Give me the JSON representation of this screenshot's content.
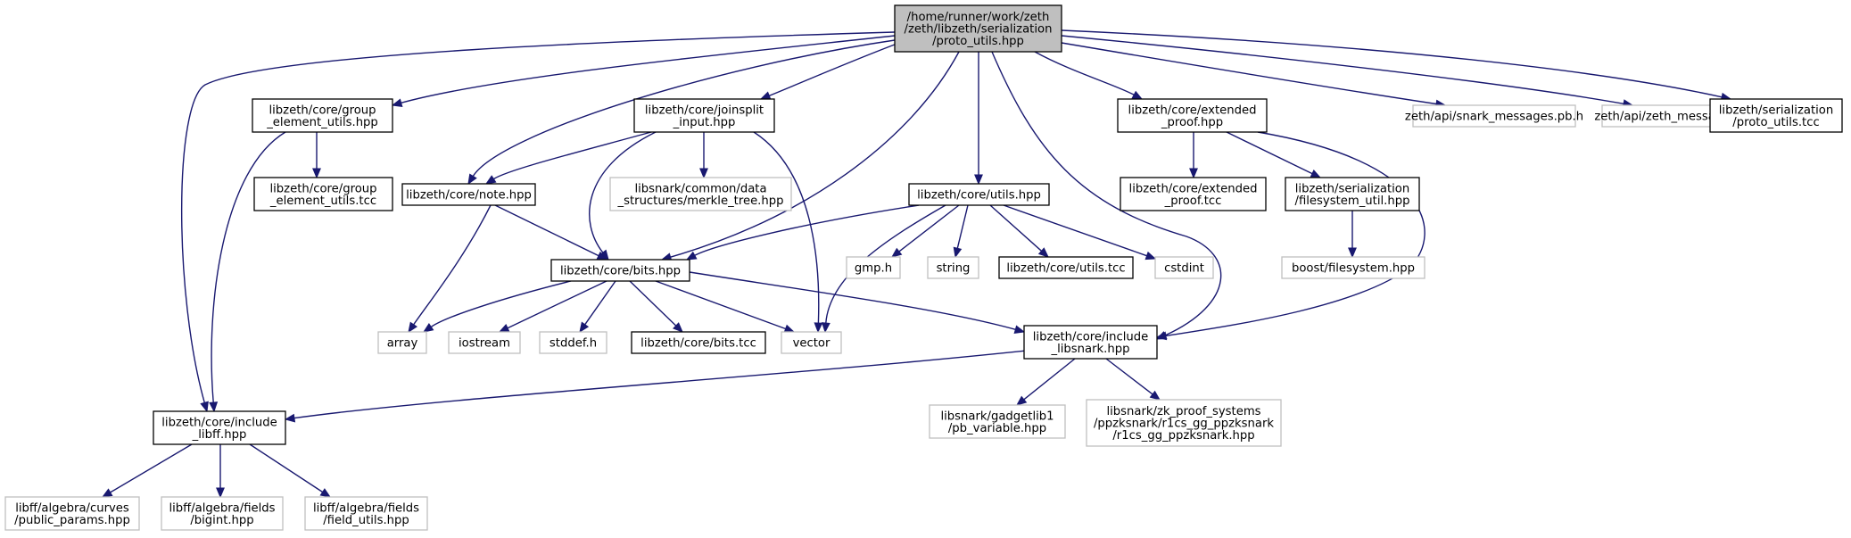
{
  "colors": {
    "edge": "#191970",
    "root_fill": "#bfbfbf",
    "documented_border": "#000000",
    "external_border": "#bfbfbf",
    "external_text": "#404040"
  },
  "nodes": {
    "root": [
      "/home/runner/work/zeth",
      "/zeth/libzeth/serialization",
      "/proto_utils.hpp"
    ],
    "group_element_utils_hpp": [
      "libzeth/core/group",
      "_element_utils.hpp"
    ],
    "joinsplit_input_hpp": [
      "libzeth/core/joinsplit",
      "_input.hpp"
    ],
    "extended_proof_hpp": [
      "libzeth/core/extended",
      "_proof.hpp"
    ],
    "snark_messages_pb": [
      "zeth/api/snark_messages.pb.h"
    ],
    "zeth_messages_pb": [
      "zeth/api/zeth_messages.pb.h"
    ],
    "proto_utils_tcc": [
      "libzeth/serialization",
      "/proto_utils.tcc"
    ],
    "group_element_utils_tcc": [
      "libzeth/core/group",
      "_element_utils.tcc"
    ],
    "note_hpp": [
      "libzeth/core/note.hpp"
    ],
    "merkle_tree_hpp": [
      "libsnark/common/data",
      "_structures/merkle_tree.hpp"
    ],
    "utils_hpp": [
      "libzeth/core/utils.hpp"
    ],
    "extended_proof_tcc": [
      "libzeth/core/extended",
      "_proof.tcc"
    ],
    "filesystem_util_hpp": [
      "libzeth/serialization",
      "/filesystem_util.hpp"
    ],
    "bits_hpp": [
      "libzeth/core/bits.hpp"
    ],
    "gmp_h": [
      "gmp.h"
    ],
    "string": [
      "string"
    ],
    "utils_tcc": [
      "libzeth/core/utils.tcc"
    ],
    "cstdint": [
      "cstdint"
    ],
    "boost_filesystem": [
      "boost/filesystem.hpp"
    ],
    "array": [
      "array"
    ],
    "iostream": [
      "iostream"
    ],
    "stddef_h": [
      "stddef.h"
    ],
    "bits_tcc": [
      "libzeth/core/bits.tcc"
    ],
    "vector": [
      "vector"
    ],
    "include_libsnark_hpp": [
      "libzeth/core/include",
      "_libsnark.hpp"
    ],
    "include_libff_hpp": [
      "libzeth/core/include",
      "_libff.hpp"
    ],
    "pb_variable_hpp": [
      "libsnark/gadgetlib1",
      "/pb_variable.hpp"
    ],
    "r1cs_gg_ppzksnark_hpp": [
      "libsnark/zk_proof_systems",
      "/ppzksnark/r1cs_gg_ppzksnark",
      "/r1cs_gg_ppzksnark.hpp"
    ],
    "public_params_hpp": [
      "libff/algebra/curves",
      "/public_params.hpp"
    ],
    "bigint_hpp": [
      "libff/algebra/fields",
      "/bigint.hpp"
    ],
    "field_utils_hpp": [
      "libff/algebra/fields",
      "/field_utils.hpp"
    ]
  }
}
